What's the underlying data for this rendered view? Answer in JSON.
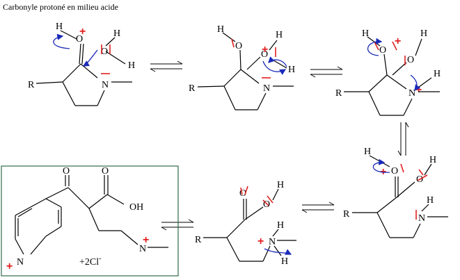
{
  "title": "Carbonyle protoné en milieu acide",
  "labels": {
    "H": "H",
    "O": "O",
    "N": "N",
    "R": "R",
    "plus": "+",
    "OH": "OH",
    "charge": "+2Cl",
    "charge_sup": "-"
  },
  "colors": {
    "bond": "#000000",
    "arrow_blue": "#1a2ab8",
    "charge_red": "#e02020",
    "box_green": "#2e6b4a"
  }
}
